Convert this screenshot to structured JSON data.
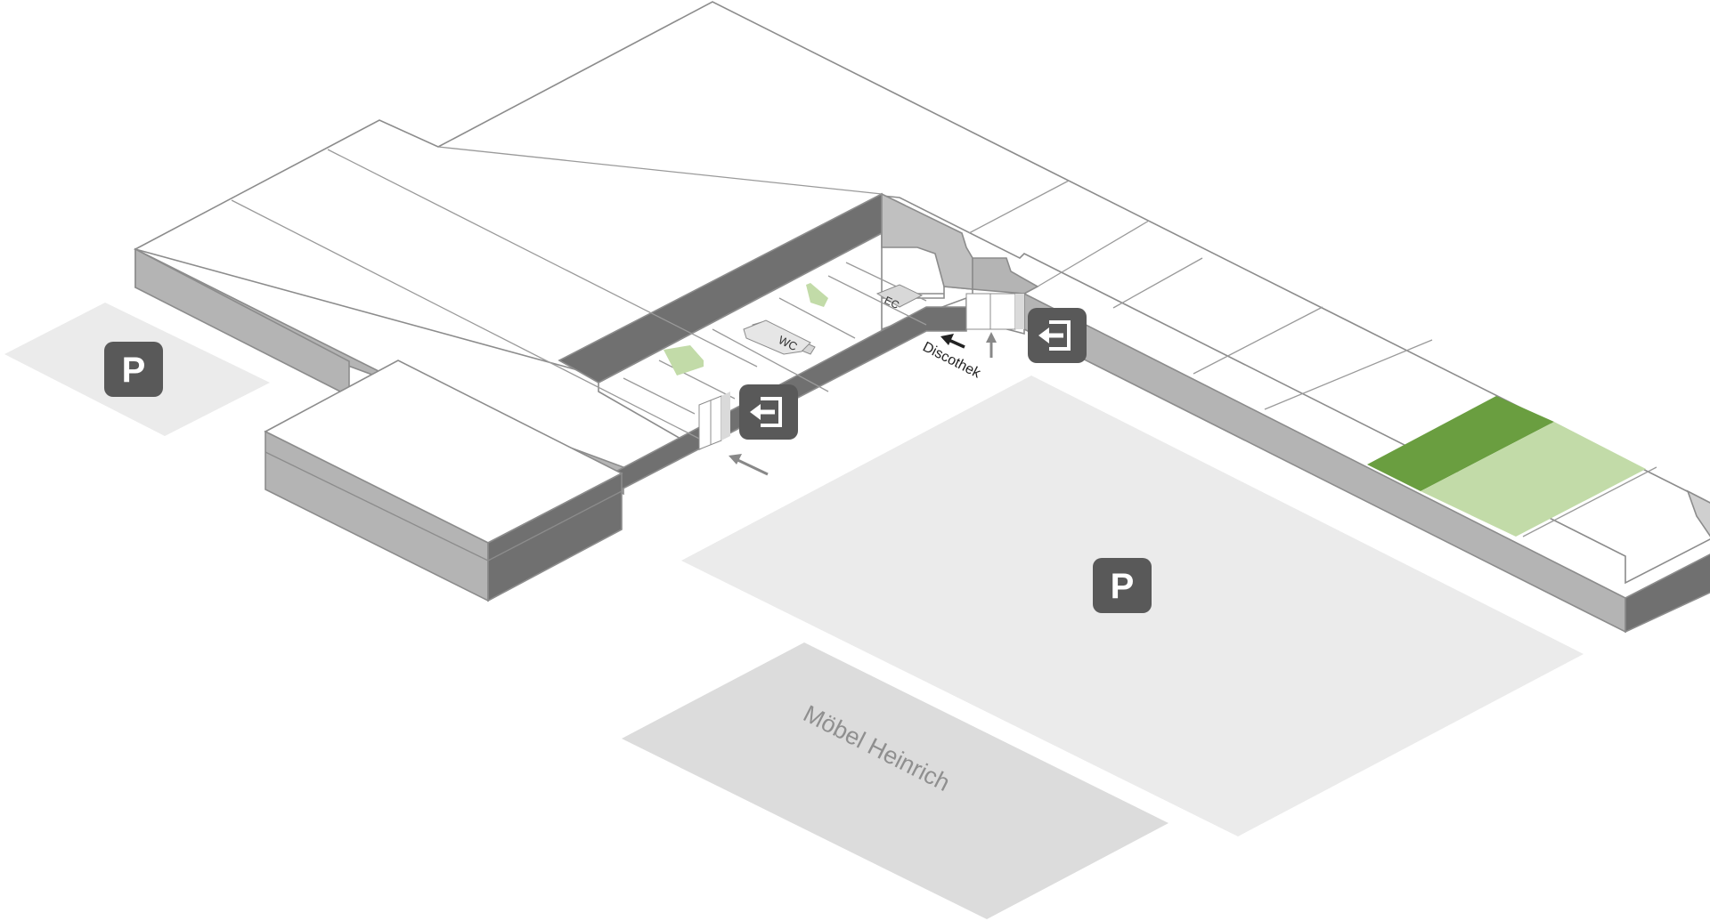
{
  "map": {
    "parking_symbol": "P",
    "labels": {
      "ec": "EC",
      "wc": "WC",
      "discothek": "Discothek",
      "moebel": "Möbel Heinrich"
    },
    "icons": {
      "parking": "parking-icon",
      "entrance": "entrance-icon",
      "arrow": "arrow-icon"
    },
    "colors": {
      "roof": "#ffffff",
      "wall_light": "#b4b4b4",
      "wall_dark": "#707070",
      "parking_area": "#ebebeb",
      "neighbor_building": "#dcdcdc",
      "highlight_dark_green": "#6a9e40",
      "highlight_light_green": "#c2dba8",
      "icon_bg": "#595959"
    }
  }
}
